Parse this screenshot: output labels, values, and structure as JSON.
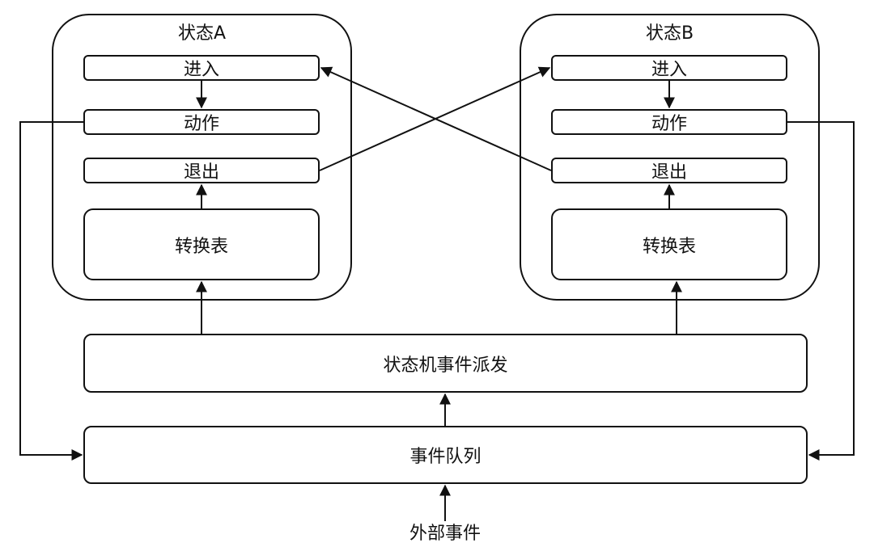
{
  "state_a": {
    "title": "状态A",
    "enter": "进入",
    "action": "动作",
    "exit": "退出",
    "table": "转换表"
  },
  "state_b": {
    "title": "状态B",
    "enter": "进入",
    "action": "动作",
    "exit": "退出",
    "table": "转换表"
  },
  "dispatcher": "状态机事件派发",
  "event_queue": "事件队列",
  "external_events": "外部事件"
}
